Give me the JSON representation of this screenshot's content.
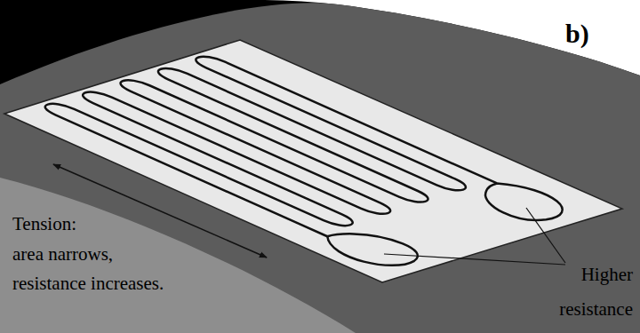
{
  "diagram": {
    "labels": [
      "b)",
      "Tension: area narrows, resistance increases.",
      "Higher resistance"
    ]
  }
}
